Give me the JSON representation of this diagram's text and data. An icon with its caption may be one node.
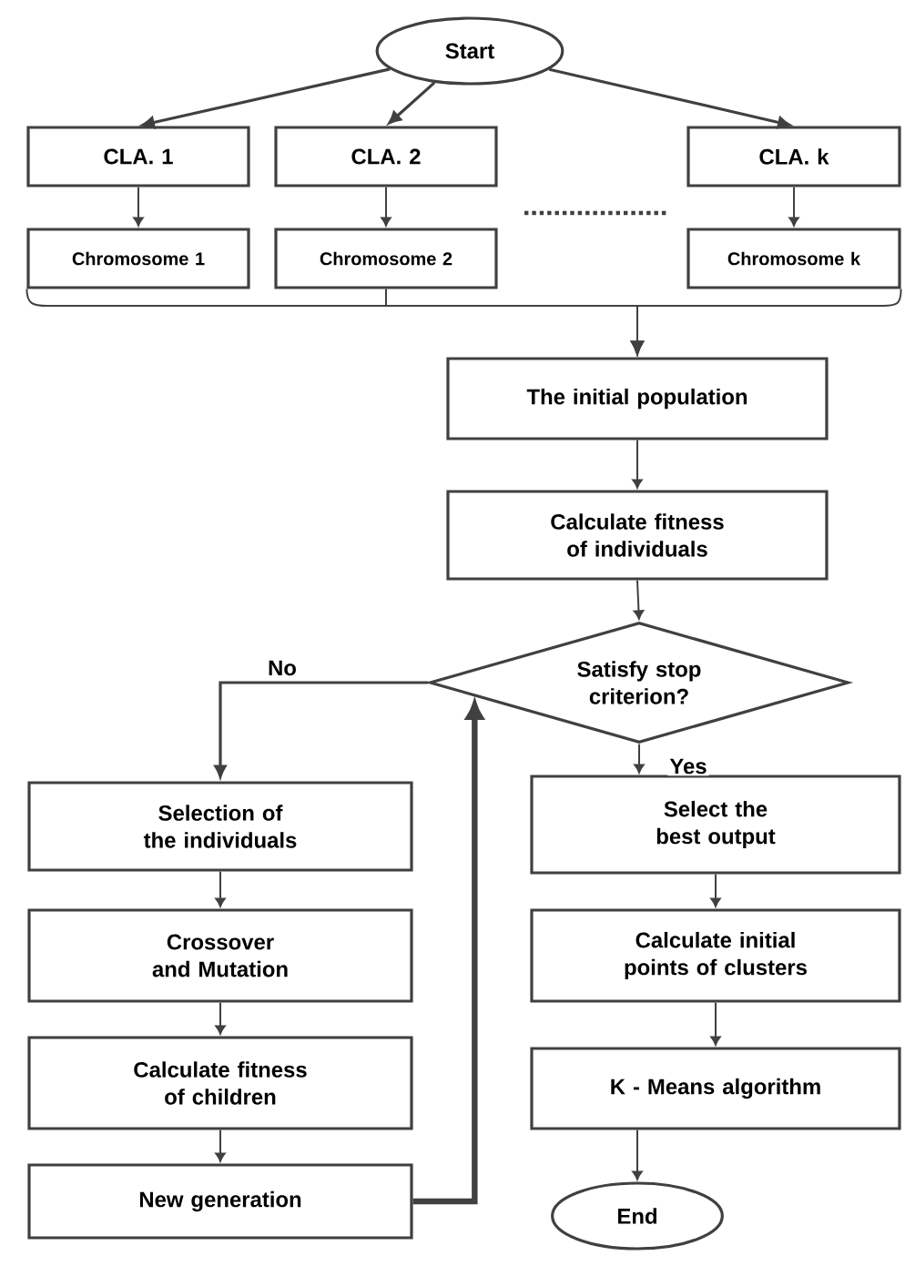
{
  "diagram": {
    "nodes": [
      {
        "text": [
          "Start"
        ]
      },
      {
        "text": [
          "CLA. 1"
        ]
      },
      {
        "text": [
          "CLA. 2"
        ]
      },
      {
        "text": [
          "CLA. k"
        ]
      },
      {
        "text": [
          "Chromosome 1"
        ]
      },
      {
        "text": [
          "Chromosome 2"
        ]
      },
      {
        "text": [
          "Chromosome k"
        ]
      },
      {
        "text": [
          "The initial population"
        ]
      },
      {
        "text": [
          "Calculate fitness of individuals"
        ]
      },
      {
        "text": [
          "Satisfy stop criterion?"
        ]
      },
      {
        "text": [
          "Selection of the individuals"
        ]
      },
      {
        "text": [
          "Crossover and Mutation"
        ]
      },
      {
        "text": [
          "Calculate fitness of children"
        ]
      },
      {
        "text": [
          "New generation"
        ]
      },
      {
        "text": [
          "Select the best output"
        ]
      },
      {
        "text": [
          "Calculate initial points of clusters"
        ]
      },
      {
        "text": [
          "K - Means algorithm"
        ]
      },
      {
        "text": [
          "End"
        ]
      }
    ],
    "edges": [
      {
        "from": 0,
        "to": 1,
        "arrow": "to"
      },
      {
        "from": 0,
        "to": 2,
        "arrow": "to"
      },
      {
        "from": 0,
        "to": 3,
        "arrow": "to"
      },
      {
        "from": 1,
        "to": 4,
        "arrow": "to"
      },
      {
        "from": 2,
        "to": 5,
        "arrow": "to"
      },
      {
        "from": 3,
        "to": 6,
        "arrow": "to"
      },
      {
        "from": 4,
        "to": 7,
        "arrow": "to"
      },
      {
        "from": 5,
        "to": 7,
        "arrow": "to"
      },
      {
        "from": 6,
        "to": 7,
        "arrow": "to"
      },
      {
        "from": 7,
        "to": 8,
        "arrow": "to"
      },
      {
        "from": 8,
        "to": 9,
        "arrow": "to"
      },
      {
        "from": 9,
        "to": 10,
        "arrow": "to",
        "label": "No"
      },
      {
        "from": 9,
        "to": 14,
        "arrow": "to",
        "label": "Yes"
      },
      {
        "from": 10,
        "to": 11,
        "arrow": "to"
      },
      {
        "from": 11,
        "to": 12,
        "arrow": "to"
      },
      {
        "from": 12,
        "to": 13,
        "arrow": "to"
      },
      {
        "from": 13,
        "to": 9,
        "arrow": "to",
        "style": "thick"
      },
      {
        "from": 14,
        "to": 15,
        "arrow": "to"
      },
      {
        "from": 15,
        "to": 16,
        "arrow": "to"
      },
      {
        "from": 16,
        "to": 17,
        "arrow": "to"
      }
    ]
  }
}
